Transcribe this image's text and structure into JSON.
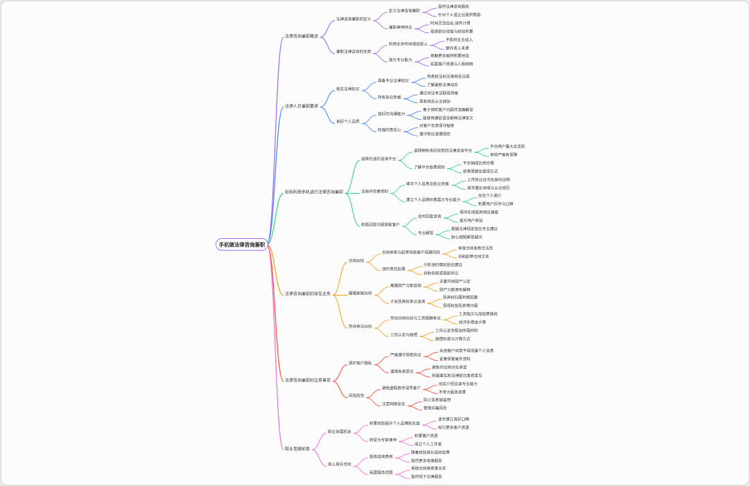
{
  "root": {
    "label": "手机做法律咨询兼职"
  },
  "branches": [
    {
      "color": "#a66cf5",
      "label": "法律咨询兼职概述",
      "children": [
        {
          "label": "法律咨询兼职的定义",
          "children": [
            {
              "label": "定义法律咨询兼职",
              "children": [
                {
                  "label": "提供法律咨询服务"
                },
                {
                  "label": "针对个人或企业提供帮助"
                }
              ]
            },
            {
              "label": "兼职律师特点",
              "children": [
                {
                  "label": "时间灵活自由,按件计费"
                },
                {
                  "label": "提高职业技能与经验积累"
                }
              ]
            }
          ]
        },
        {
          "label": "兼职法律咨询的优势",
          "children": [
            {
              "label": "利用业余时间增加收入",
              "children": [
                {
                  "label": "不影响主业收入"
                },
                {
                  "label": "额外收入来源"
                }
              ]
            },
            {
              "label": "提升专业能力",
              "children": [
                {
                  "label": "接触更多案例积累经验"
                },
                {
                  "label": "拓展客户资源与人脉网络"
                }
              ]
            }
          ]
        }
      ]
    },
    {
      "color": "#4a8bf5",
      "label": "法律人员兼职要求",
      "children": [
        {
          "label": "相关法律知识",
          "children": [
            {
              "label": "具备专业法律知识",
              "children": [
                {
                  "label": "熟悉民法刑法等相关法规"
                },
                {
                  "label": "了解最新法律动态"
                }
              ]
            },
            {
              "label": "持有执业资格",
              "children": [
                {
                  "label": "通过司法考试取得资格"
                },
                {
                  "label": "具有相关从业经验"
                }
              ]
            }
          ]
        },
        {
          "label": "良好个人品质",
          "children": [
            {
              "label": "良好的沟通能力",
              "children": [
                {
                  "label": "善于倾听客户问题并准确解答"
                },
                {
                  "label": "能够用通俗语言解释法律条文"
                }
              ]
            },
            {
              "label": "较强的责任心",
              "children": [
                {
                  "label": "对客户负责保守秘密"
                },
                {
                  "label": "遵守职业道德规范"
                }
              ]
            }
          ]
        }
      ]
    },
    {
      "color": "#3fcf8a",
      "label": "如何利用手机进行法律咨询兼职",
      "children": [
        {
          "label": "选择合适的咨询平台",
          "children": [
            {
              "label": "选择拥有良好信誉的法律咨询平台",
              "children": [
                {
                  "label": "平台用户量大且活跃"
                },
                {
                  "label": "审核严格有保障"
                }
              ]
            },
            {
              "label": "了解平台收费规则",
              "children": [
                {
                  "label": "平台抽成比例合理"
                },
                {
                  "label": "结算周期及提现方式"
                }
              ]
            }
          ]
        },
        {
          "label": "注册并完善资料",
          "children": [
            {
              "label": "填写个人信息及执业资格",
              "children": [
                {
                  "label": "上传执业证书及身份证明"
                },
                {
                  "label": "填写擅长领域与从业经历"
                }
              ]
            },
            {
              "label": "建立个人品牌形象展示专业能力",
              "children": [
                {
                  "label": "优化个人简介"
                },
                {
                  "label": "积累用户好评与口碑"
                }
              ]
            }
          ]
        },
        {
          "label": "积极回答问题获取客户",
          "children": [
            {
              "label": "及时回复咨询",
              "children": [
                {
                  "label": "保持在线提高响应速度"
                },
                {
                  "label": "提升用户体验"
                }
              ]
            },
            {
              "label": "专业解答",
              "children": [
                {
                  "label": "根据法律规定给出专业建议"
                },
                {
                  "label": "耐心细致解答疑问"
                }
              ]
            }
          ]
        }
      ]
    },
    {
      "color": "#f5a524",
      "label": "法律咨询兼职的常见业务",
      "children": [
        {
          "label": "合同纠纷",
          "children": [
            {
              "label": "合同审查与起草协助客户规避风险",
              "children": [
                {
                  "label": "审查合同条款合法性"
                },
                {
                  "label": "协助起草合同文本"
                }
              ]
            },
            {
              "label": "违约责任处理",
              "children": [
                {
                  "label": "分析违约情形给出建议"
                },
                {
                  "label": "协助协商或提起诉讼"
                }
              ]
            }
          ]
        },
        {
          "label": "婚姻家庭纠纷",
          "children": [
            {
              "label": "离婚财产分割咨询",
              "children": [
                {
                  "label": "夫妻共同财产认定"
                },
                {
                  "label": "财产分割原则解释"
                }
              ]
            },
            {
              "label": "子女抚养权争议咨询",
              "children": [
                {
                  "label": "抚养权归属判断因素"
                },
                {
                  "label": "探视权及抚养费问题"
                }
              ]
            }
          ]
        },
        {
          "label": "劳动争议纠纷",
          "children": [
            {
              "label": "劳动合同纠纷与工资报酬争议",
              "children": [
                {
                  "label": "工资拖欠与加班费维权"
                },
                {
                  "label": "经济补偿金计算"
                }
              ]
            },
            {
              "label": "工伤认定与赔偿",
              "children": [
                {
                  "label": "工伤认定流程及所需材料"
                },
                {
                  "label": "赔偿标准与计算方式"
                }
              ]
            }
          ]
        }
      ]
    },
    {
      "color": "#f5553f",
      "label": "法律咨询兼职的注意事项",
      "children": [
        {
          "label": "保护客户隐私",
          "children": [
            {
              "label": "严格遵守保密协议",
              "children": [
                {
                  "label": "未经客户同意不得泄露个人信息"
                },
                {
                  "label": "妥善保管案件资料"
                }
              ]
            },
            {
              "label": "谨慎发表意见",
              "children": [
                {
                  "label": "避免作出绝对化承诺"
                },
                {
                  "label": "依据事实和法律给出客观意见"
                }
              ]
            }
          ]
        },
        {
          "label": "风险防范",
          "children": [
            {
              "label": "避免虚假宣传误导客户",
              "children": [
                {
                  "label": "如实介绍自身专业能力"
                },
                {
                  "label": "不夸大服务效果"
                }
              ]
            },
            {
              "label": "注意网络安全",
              "children": [
                {
                  "label": "防止信息被盗用"
                },
                {
                  "label": "警惕诈骗风险"
                }
              ]
            }
          ]
        }
      ]
    },
    {
      "color": "#f374d6",
      "label": "职业发展前景",
      "children": [
        {
          "label": "职业发展机会",
          "children": [
            {
              "label": "积累经验提升个人品牌知名度",
              "children": [
                {
                  "label": "逐步建立良好口碑"
                },
                {
                  "label": "吸引更多客户资源"
                }
              ]
            },
            {
              "label": "转型为专职律师",
              "children": [
                {
                  "label": "积累客户资源"
                },
                {
                  "label": "成立个人工作室"
                }
              ]
            }
          ]
        },
        {
          "label": "收入增长空间",
          "children": [
            {
              "label": "提高咨询费用",
              "children": [
                {
                  "label": "随着经验增长提高收费"
                },
                {
                  "label": "提供更多增值服务"
                }
              ]
            },
            {
              "label": "拓展服务范围",
              "children": [
                {
                  "label": "承接合同审查等业务"
                },
                {
                  "label": "提供线下法律服务"
                }
              ]
            }
          ]
        }
      ]
    }
  ]
}
